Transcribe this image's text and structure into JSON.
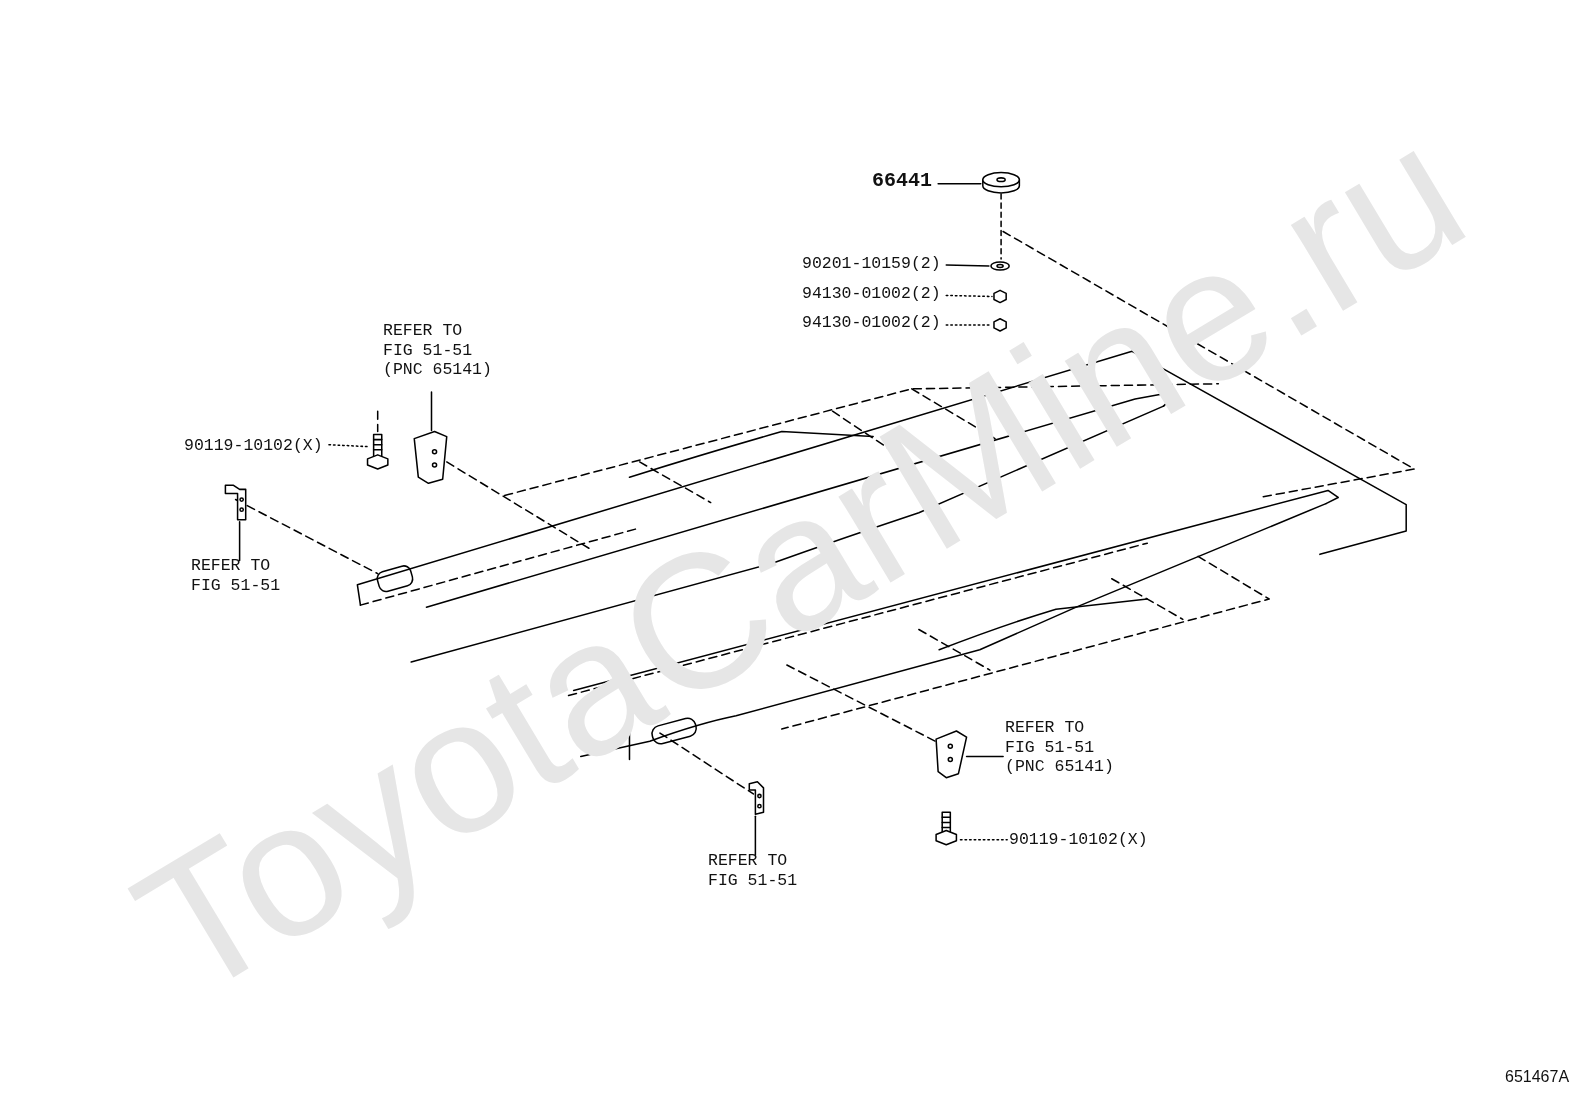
{
  "diagram": {
    "labels": [
      "66441",
      "90201-10159(2)",
      "94130-01002(2)",
      "94130-01002(2)",
      "REFER TO FIG 51-51 (PNC 65141)",
      "90119-10102(X)",
      "REFER TO FIG 51-51",
      "REFER TO FIG 51-51 (PNC 65141)",
      "90119-10102(X)",
      "REFER TO FIG 51-51",
      "651467A",
      "ToyotaCarMine.ru"
    ]
  }
}
